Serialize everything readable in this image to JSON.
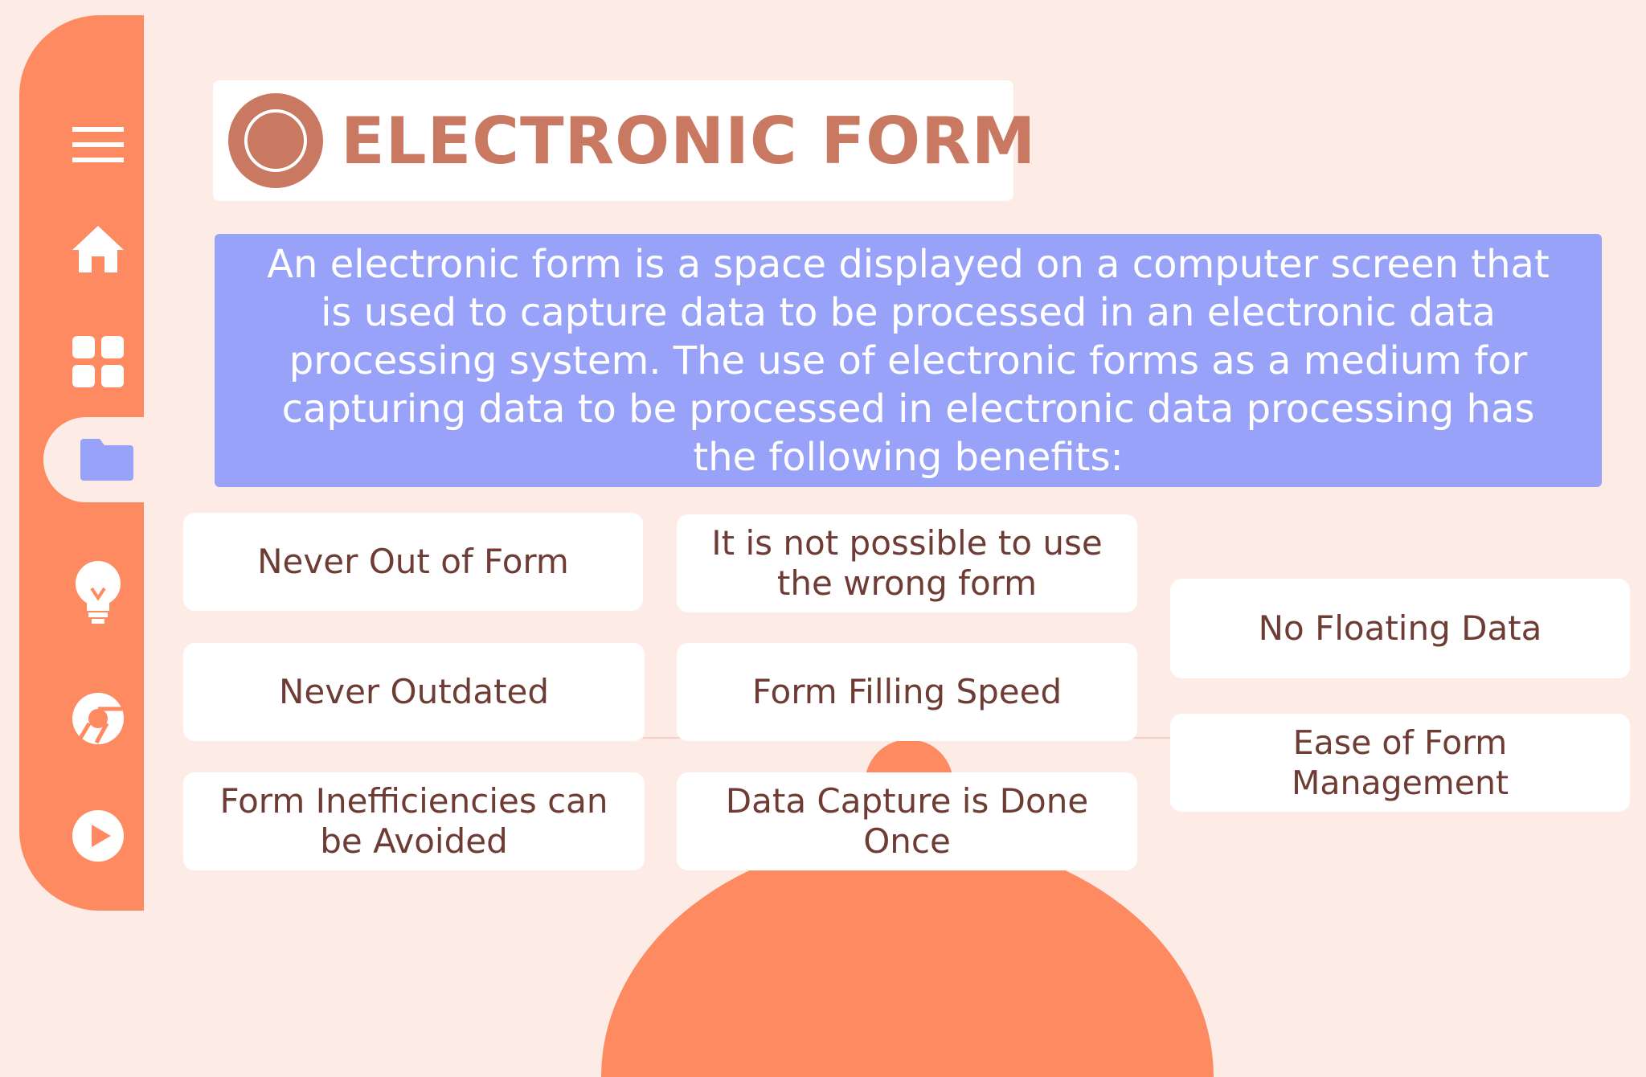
{
  "sidebar": {
    "items": [
      {
        "icon": "menu-icon"
      },
      {
        "icon": "home-icon"
      },
      {
        "icon": "grid-icon"
      },
      {
        "icon": "folder-icon",
        "active": true
      },
      {
        "icon": "lightbulb-icon"
      },
      {
        "icon": "chrome-icon"
      },
      {
        "icon": "play-icon"
      }
    ]
  },
  "header": {
    "title": "ELECTRONIC FORM"
  },
  "description": "An electronic form is a space displayed on a computer screen that is used to capture data to be processed in an electronic data processing system. The use of electronic forms as a medium for capturing data to be processed in electronic data processing has the following benefits:",
  "benefits": [
    "Never Out of Form",
    "It is not possible to use the wrong form",
    "No Floating Data",
    "Never Outdated",
    "Form Filling Speed",
    "Ease of Form Management",
    "Form Inefficiencies can be Avoided",
    "Data Capture is Done Once"
  ],
  "colors": {
    "background": "#fdebe6",
    "sidebar": "#fe8a62",
    "title": "#c97861",
    "description_box": "#98a2f9",
    "card_text": "#6e3c34"
  }
}
